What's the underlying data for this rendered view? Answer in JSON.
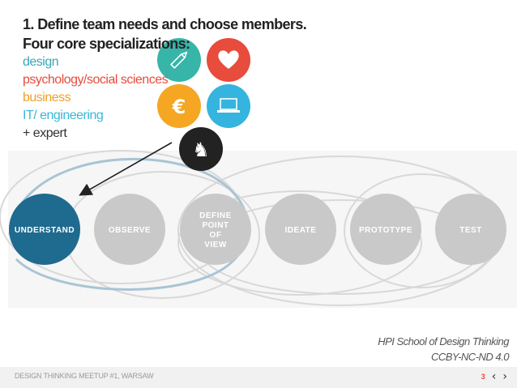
{
  "heading": {
    "line1": "1. Define team needs and choose members.",
    "line2": "Four core specializations:"
  },
  "specializations": [
    {
      "label": "design",
      "color": "#3aa5b8"
    },
    {
      "label": "psychology/social sciences",
      "color": "#e74c3c"
    },
    {
      "label": "business",
      "color": "#f0a028"
    },
    {
      "label": "IT/ engineering",
      "color": "#3bb7d6"
    },
    {
      "label": "+ expert",
      "color": "#333333"
    }
  ],
  "icons": [
    {
      "name": "pencil-icon",
      "color": "#36b5a8"
    },
    {
      "name": "heart-icon",
      "color": "#e74c3c"
    },
    {
      "name": "euro-icon",
      "color": "#f5a623"
    },
    {
      "name": "laptop-icon",
      "color": "#35b4e0"
    },
    {
      "name": "chess-knight-icon",
      "color": "#222222"
    }
  ],
  "phases": [
    {
      "label": "UNDERSTAND",
      "active": true
    },
    {
      "label": "OBSERVE",
      "active": false
    },
    {
      "label": "DEFINE POINT OF VIEW",
      "active": false
    },
    {
      "label": "IDEATE",
      "active": false
    },
    {
      "label": "PROTOTYPE",
      "active": false
    },
    {
      "label": "TEST",
      "active": false
    }
  ],
  "colors": {
    "active_phase": "#1f6a8f",
    "inactive_phase": "#c9c9c9"
  },
  "credits": {
    "line1": "HPI School of Design Thinking",
    "line2": "CCBY-NC-ND 4.0"
  },
  "footer": {
    "text": "DESIGN THINKING MEETUP #1, WARSAW",
    "page_number": "3"
  }
}
